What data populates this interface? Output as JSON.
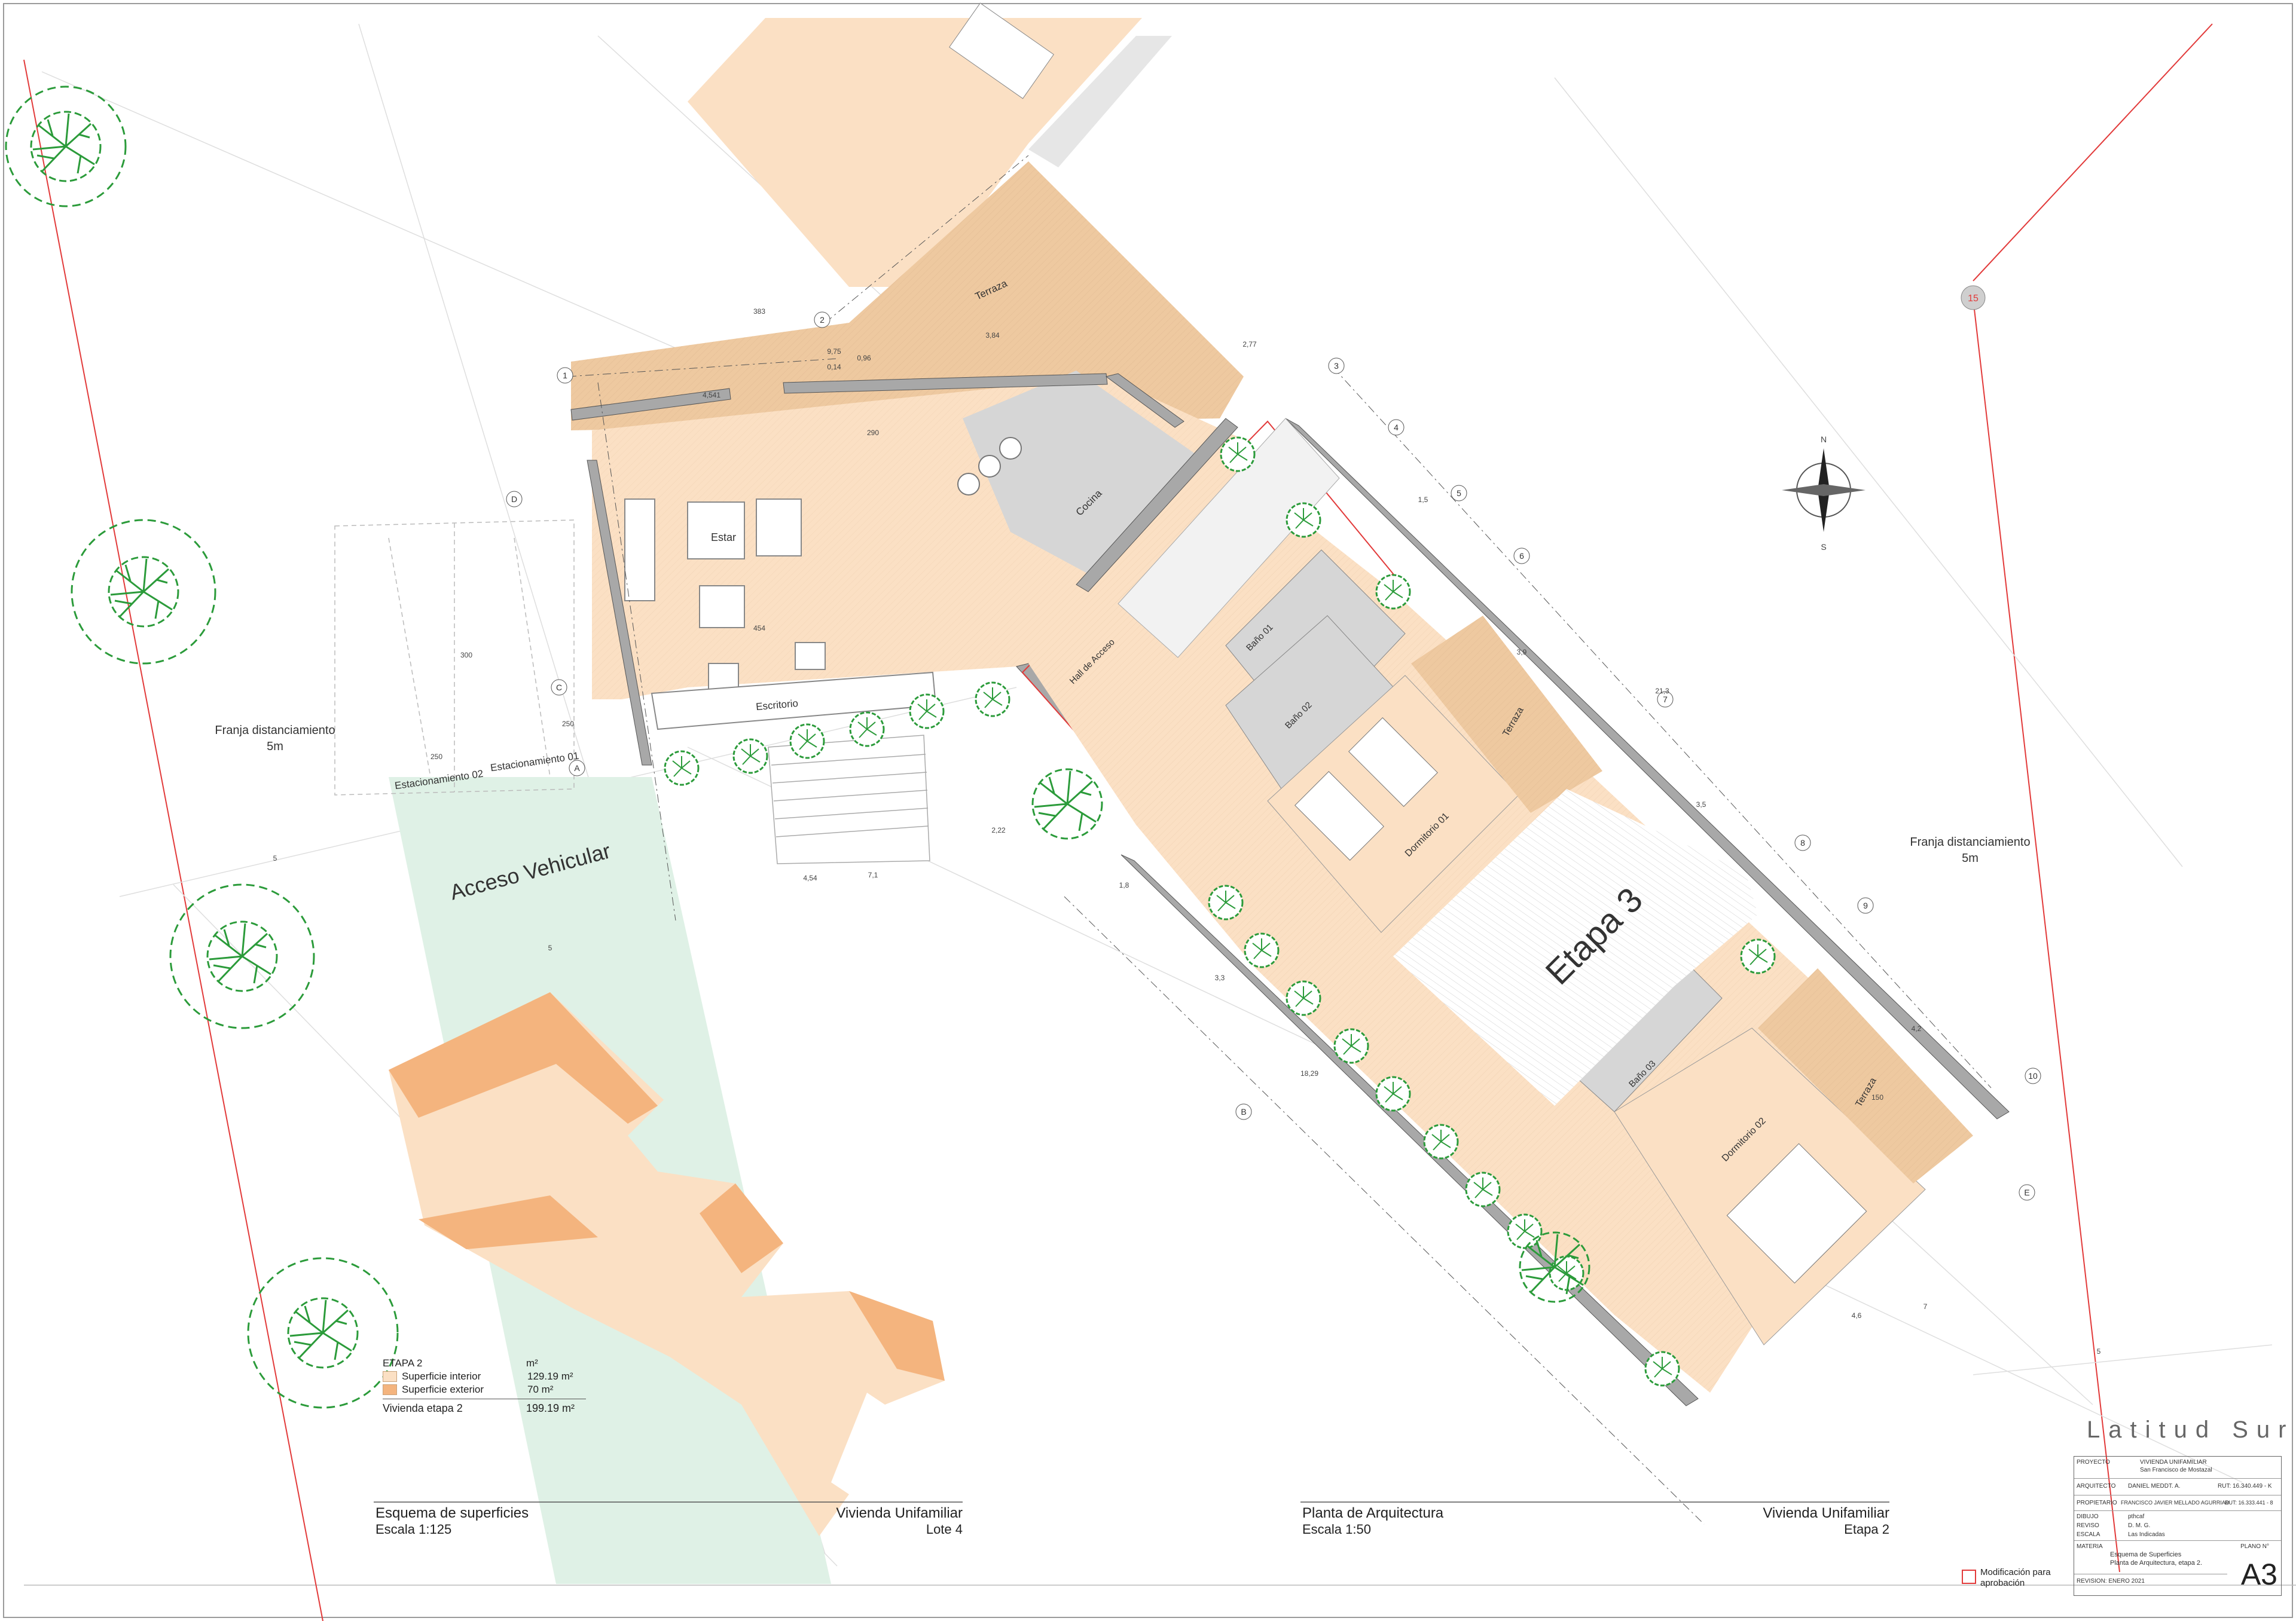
{
  "colors": {
    "interior": "#fbe0c4",
    "exterior": "#eec9a0",
    "bath": "#d6d6d6",
    "vehicle_access": "#dff1e6",
    "red": "#e23a3a",
    "tree": "#2b9b3a"
  },
  "terraces": [
    {
      "name": "terraza-main",
      "label": "Terraza"
    },
    {
      "name": "terraza-dorm1",
      "label": "Terraza"
    },
    {
      "name": "terraza-dorm2",
      "label": "Terraza"
    }
  ],
  "rooms": {
    "estar": "Estar",
    "cocina": "Cocina",
    "escritorio": "Escritorio",
    "hall": "Hall de Acceso",
    "bano01": "Baño 01",
    "bano02": "Baño 02",
    "bano03": "Baño 03",
    "dormitorio01": "Dormitorio 01",
    "dormitorio02": "Dormitorio 02",
    "etapa3": "Etapa 3",
    "estacionamiento01": "Estacionamiento 01",
    "estacionamiento02": "Estacionamiento 02"
  },
  "site": {
    "franja_left_1": "Franja distanciamiento",
    "franja_left_2": "5m",
    "franja_right_1": "Franja distanciamiento",
    "franja_right_2": "5m",
    "acceso": "Acceso Vehicular",
    "north_marker": "15"
  },
  "grid_labels": [
    "1",
    "2",
    "3",
    "4",
    "5",
    "6",
    "7",
    "8",
    "9",
    "10",
    "A",
    "B",
    "C",
    "D",
    "E"
  ],
  "dims": {
    "d383": "383",
    "d975": "9,75",
    "d384": "3,84",
    "d4541": "4,541",
    "d014": "0,14",
    "d096": "0,96",
    "d277": "2,77",
    "d290": "290",
    "d300": "300",
    "d454": "454",
    "d250a": "250",
    "d250b": "250",
    "d5": "5",
    "d5b": "5",
    "d454b": "4,54",
    "d71": "7,1",
    "d222": "2,22",
    "d39": "3,9",
    "d15": "1,5",
    "d213": "21,3",
    "d35": "3,5",
    "d42": "4,2",
    "d18": "1,8",
    "d33": "3,3",
    "d1829": "18,29",
    "d46": "4,6",
    "d7": "7",
    "d5c": "5",
    "d150": "150"
  },
  "legend": {
    "title": "ETAPA 2",
    "unit": "m²",
    "interior_label": "Superficie interior",
    "interior_value": "129.19 m²",
    "exterior_label": "Superficie exterior",
    "exterior_value": "70 m²",
    "total_label": "Vivienda etapa 2",
    "total_value": "199.19 m²"
  },
  "captions": {
    "left_title": "Esquema de superficies",
    "left_scale": "Escala 1:125",
    "left_project": "Vivienda Unifamiliar",
    "left_lot": "Lote 4",
    "right_title": "Planta de Arquitectura",
    "right_scale": "Escala 1:50",
    "right_project": "Vivienda Unifamiliar",
    "right_stage": "Etapa 2"
  },
  "compass": {
    "n": "N",
    "s": "S"
  },
  "note": "Modificación para aprobación",
  "logo": "Latitud Sur",
  "title_block": {
    "proyecto_label": "PROYECTO",
    "proyecto_value": "VIVIENDA UNIFAMILIAR",
    "proyecto_place": "San Francisco de Mostazal",
    "arquitecto_label": "ARQUITECTO",
    "arquitecto_value": "DANIEL MEDDT. A.",
    "rut_label": "RUT: 16.340.449 - K",
    "propietario_label": "PROPIETARIO",
    "propietario_value": "FRANCISCO JAVIER MELLADO AGURRIAD",
    "rut2_label": "RUT: 16.333.441 - 8",
    "dibujo_label": "DIBUJO",
    "dibujo_value": "pthcaf",
    "revisa_label": "REVISO",
    "revisa_value": "D. M. G.",
    "escala_label": "ESCALA",
    "escala_value": "Las Indicadas",
    "materia_label": "MATERIA",
    "materia_value1": "Esquema de Superficies",
    "materia_value2": "Planta de Arquitectura, etapa 2.",
    "revision_label": "REVISION: ENERO 2021",
    "plano_label": "PLANO N°",
    "plano_value": "A3"
  }
}
